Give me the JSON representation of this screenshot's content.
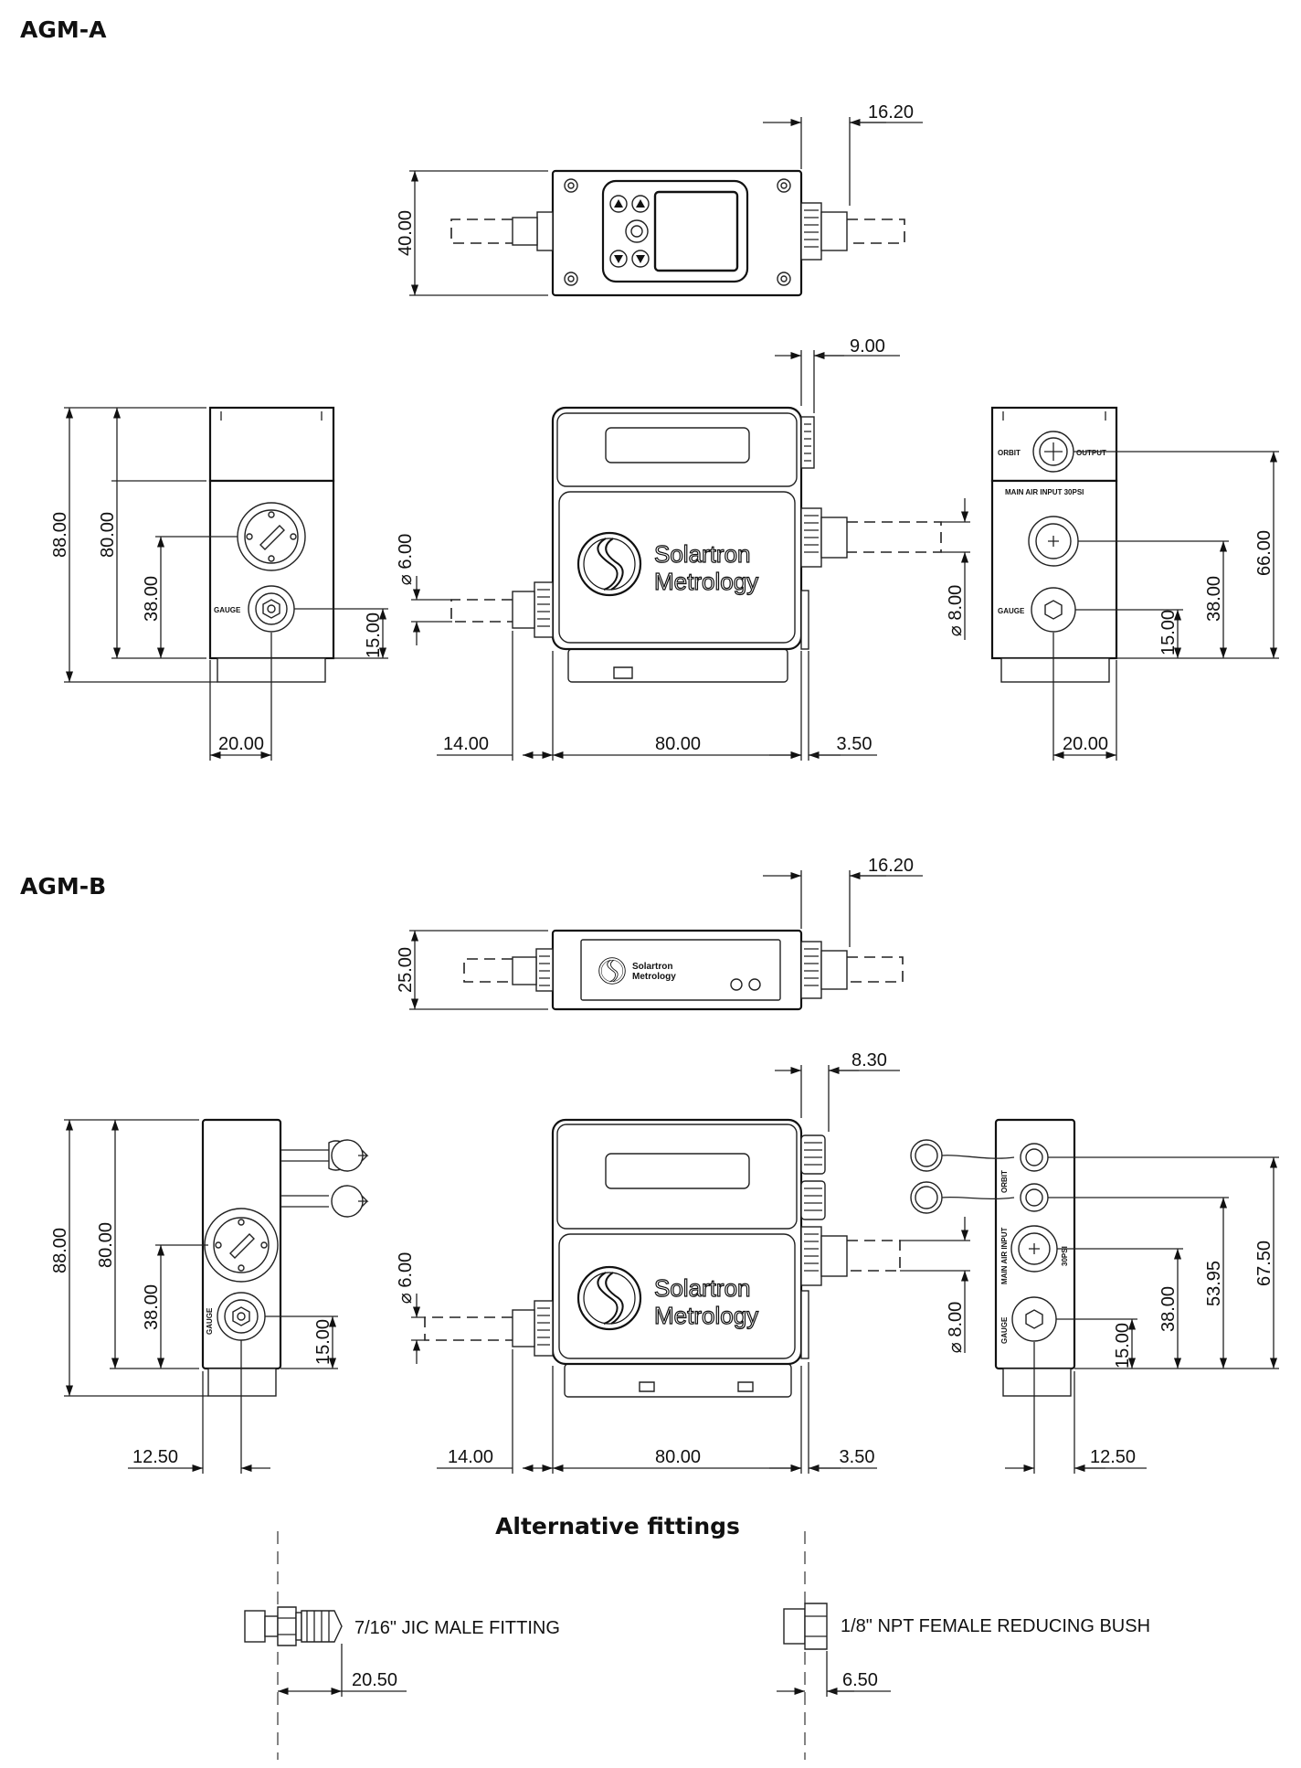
{
  "sections": {
    "agm_a": "AGM-A",
    "agm_b": "AGM-B",
    "alternative_fittings": "Alternative fittings"
  },
  "logo": {
    "line1": "Solartron",
    "line2": "Metrology"
  },
  "agm_a": {
    "top_width_offset": "16.20",
    "top_height": "40.00",
    "front_offset": "9.00",
    "front_port_dia_left": "⌀ 6.00",
    "front_port_dia_right": "⌀ 8.00",
    "front_left_ext": "14.00",
    "front_width": "80.00",
    "front_right_ext": "3.50",
    "side_height_total": "88.00",
    "side_height_body": "80.00",
    "side_gauge_height": "38.00",
    "side_gauge_offset": "15.00",
    "side_width": "20.00",
    "side_label_gauge": "GAUGE",
    "rear_label_orbit": "ORBIT",
    "rear_label_output": "OUTPUT",
    "rear_label_main_air": "MAIN AIR INPUT 30PSI",
    "rear_label_gauge": "GAUGE",
    "rear_height_output": "66.00",
    "rear_height_main": "38.00",
    "rear_gauge_offset": "15.00",
    "rear_width": "20.00"
  },
  "agm_b": {
    "top_width_offset": "16.20",
    "top_height": "25.00",
    "front_offset": "8.30",
    "front_port_dia_left": "⌀ 6.00",
    "front_port_dia_right": "⌀ 8.00",
    "front_left_ext": "14.00",
    "front_width": "80.00",
    "front_right_ext": "3.50",
    "side_height_total": "88.00",
    "side_height_body": "80.00",
    "side_gauge_height": "38.00",
    "side_gauge_offset": "15.00",
    "side_width": "12.50",
    "side_label_gauge": "GAUGE",
    "rear_label_orbit": "ORBIT",
    "rear_label_main_air": "MAIN AIR INPUT",
    "rear_label_30psi": "30PSI",
    "rear_label_gauge": "GAUGE",
    "rear_height_top": "67.50",
    "rear_height_mid": "53.95",
    "rear_height_main": "38.00",
    "rear_gauge_offset": "15.00",
    "rear_width": "12.50"
  },
  "fittings": {
    "jic_label": "7/16\" JIC MALE FITTING",
    "jic_dim": "20.50",
    "npt_label": "1/8\" NPT FEMALE REDUCING BUSH",
    "npt_dim": "6.50"
  }
}
